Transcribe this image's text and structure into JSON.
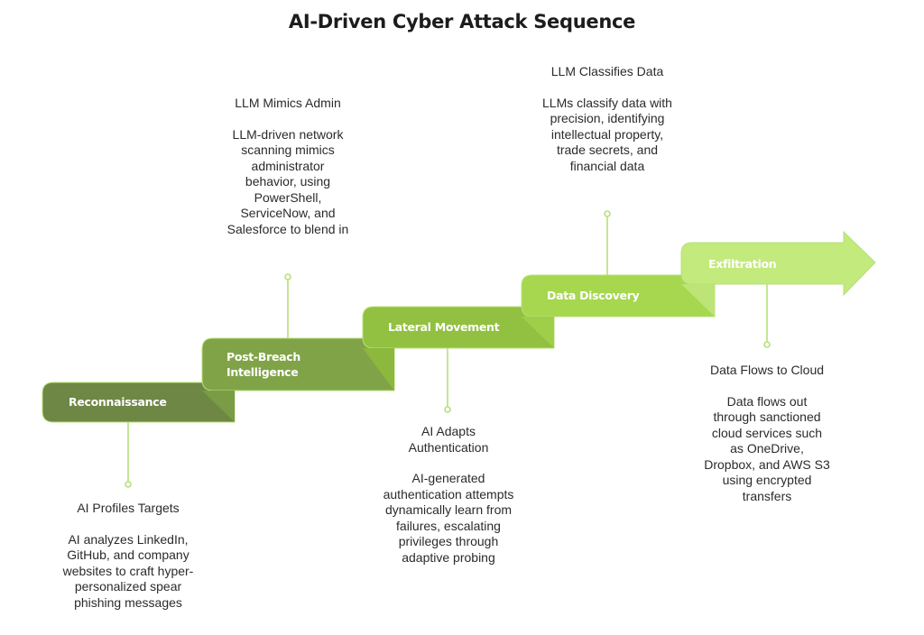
{
  "title": "AI-Driven Cyber Attack Sequence",
  "colors": {
    "line": "#b6e07a",
    "text": "#2b2b2b"
  },
  "steps": [
    {
      "label": "Reconnaissance",
      "color": "#6e8745",
      "flap": "#82a34d",
      "note": {
        "heading": "AI Profiles Targets",
        "description": "AI analyzes LinkedIn, GitHub, and company websites to craft hyper-personalized spear phishing messages"
      }
    },
    {
      "label": "Post-Breach Intelligence",
      "color": "#80a348",
      "flap": "#7a9c44",
      "note": {
        "heading": "LLM Mimics Admin",
        "description": "LLM-driven network scanning mimics administrator behavior, using PowerShell, ServiceNow, and Salesforce to blend in"
      }
    },
    {
      "label": "Lateral Movement",
      "color": "#92c041",
      "flap": "#8cb83e",
      "note": {
        "heading": "AI Adapts Authentication",
        "description": "AI-generated authentication attempts dynamically learn from failures, escalating privileges through adaptive probing"
      }
    },
    {
      "label": "Data Discovery",
      "color": "#a6d74e",
      "flap": "#9fce4a",
      "note": {
        "heading": "LLM Classifies Data",
        "description": "LLMs classify data with precision, identifying intellectual property, trade secrets, and financial data"
      }
    },
    {
      "label": "Exfiltration",
      "color": "#c3ea7c",
      "flap": "#bce476",
      "note": {
        "heading": "Data Flows to Cloud",
        "description": "Data flows out through sanctioned cloud services such as OneDrive, Dropbox, and AWS S3 using encrypted transfers"
      }
    }
  ]
}
